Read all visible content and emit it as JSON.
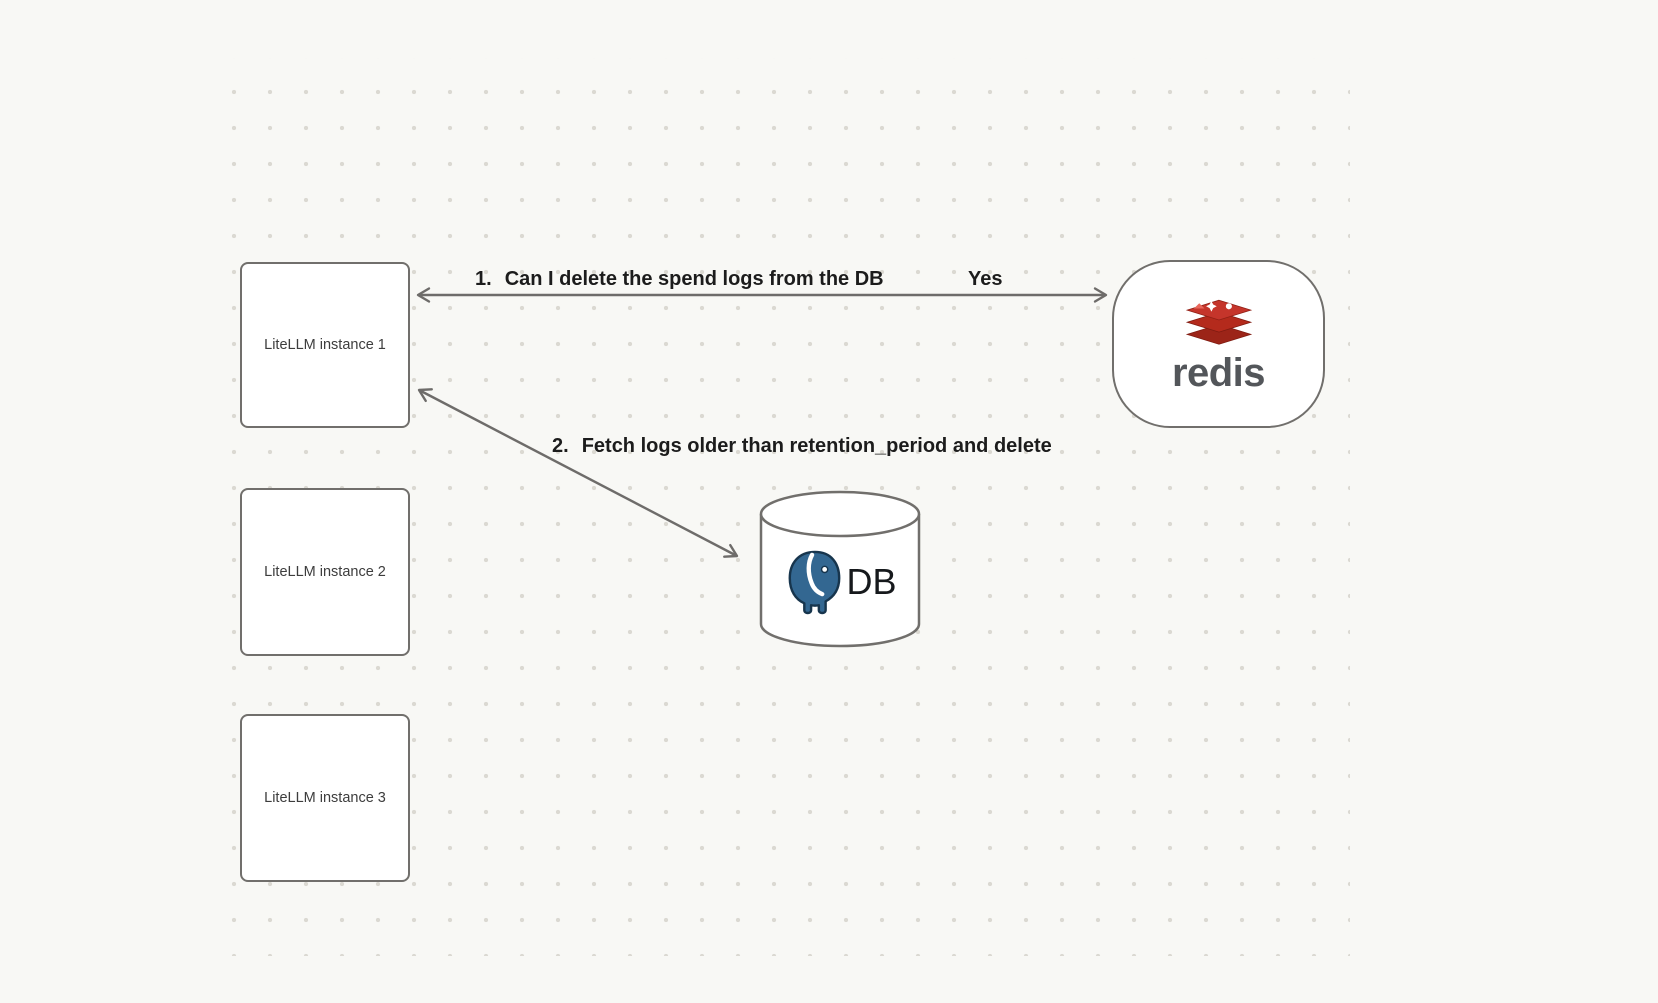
{
  "canvas": {
    "background_color": "#f8f8f5",
    "dot_color": "#dbd9d2"
  },
  "nodes": {
    "instance1": {
      "label": "LiteLLM instance 1"
    },
    "instance2": {
      "label": "LiteLLM instance 2"
    },
    "instance3": {
      "label": "LiteLLM instance 3"
    },
    "redis": {
      "wordmark": "redis",
      "icon": "redis-stack-icon",
      "brand_color": "#c5352b"
    },
    "db": {
      "label": "DB",
      "icon": "postgresql-elephant-icon",
      "shape_icon": "database-cylinder-icon",
      "brand_color": "#336791"
    }
  },
  "edges": {
    "edge1": {
      "number": "1.",
      "label": "Can I delete the spend logs from the DB",
      "response": "Yes",
      "from": "LiteLLM instance 1",
      "to": "redis"
    },
    "edge2": {
      "number": "2.",
      "label": "Fetch logs older than retention_period and delete",
      "from": "LiteLLM instance 1",
      "to": "DB"
    }
  },
  "colors": {
    "stroke": "#6e6c6a",
    "node_border": "#716f6c",
    "edge_text": "#1c1c1c",
    "node_text": "#3d3d3d"
  }
}
